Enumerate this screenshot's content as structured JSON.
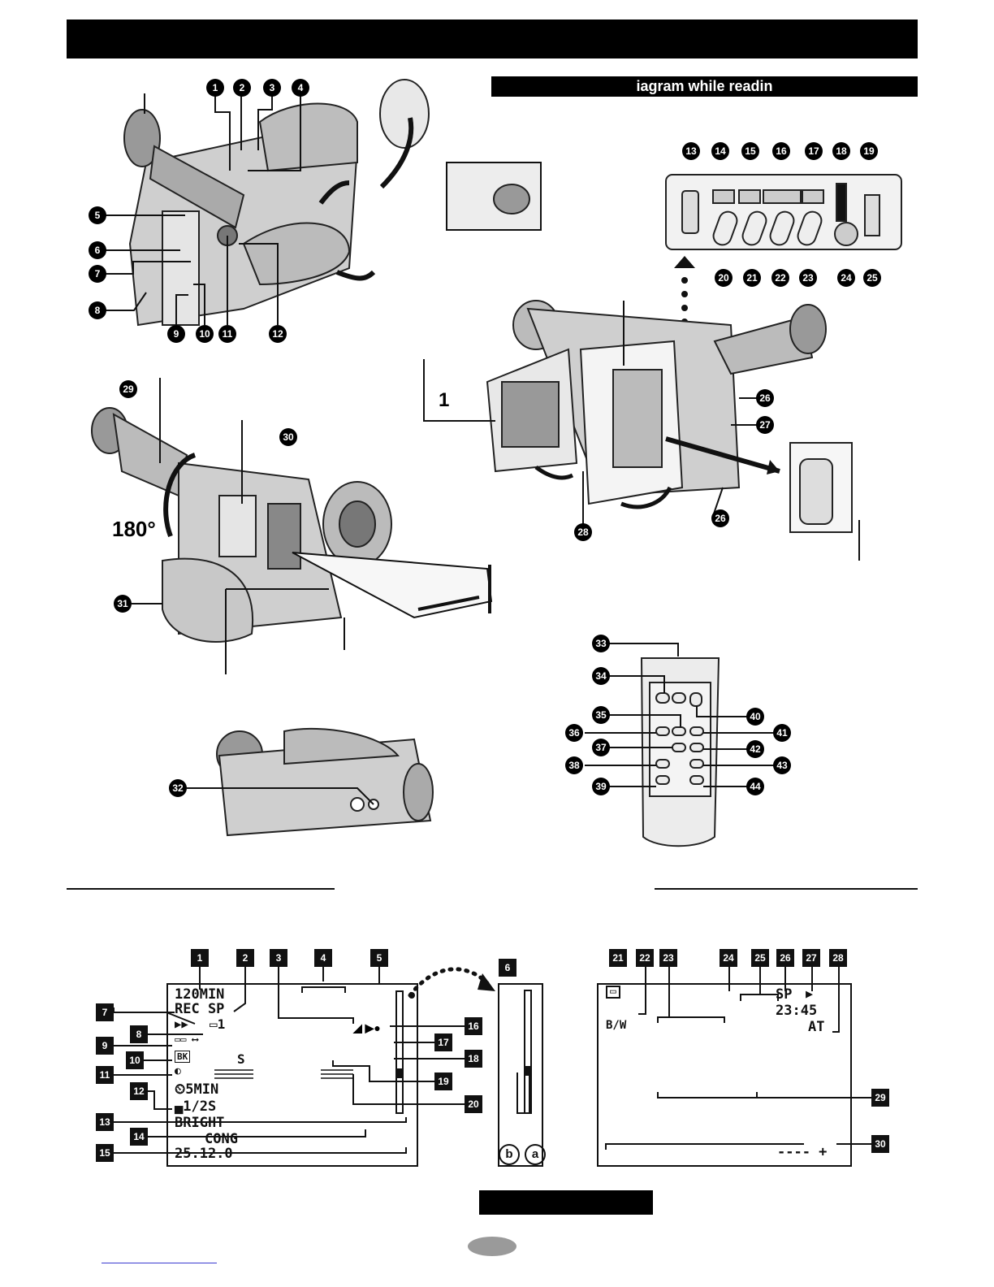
{
  "header": {
    "subtitle": "iagram while readin"
  },
  "figure_labels": {
    "step_one": "1",
    "rotation": "180°"
  },
  "top_callouts": [
    "1",
    "2",
    "3",
    "4",
    "5",
    "6",
    "7",
    "8",
    "9",
    "10",
    "11",
    "12"
  ],
  "panel_callouts": [
    "13",
    "14",
    "15",
    "16",
    "17",
    "18",
    "19",
    "20",
    "21",
    "22",
    "23",
    "24",
    "25"
  ],
  "mid_callouts": [
    "26",
    "27",
    "26",
    "28",
    "29",
    "30",
    "31",
    "32"
  ],
  "remote_callouts": [
    "33",
    "34",
    "35",
    "36",
    "37",
    "38",
    "39",
    "40",
    "41",
    "42",
    "43",
    "44"
  ],
  "rec_display": {
    "index": [
      "1",
      "2",
      "3",
      "4",
      "5",
      "6",
      "7",
      "8",
      "9",
      "10",
      "11",
      "12",
      "13",
      "14",
      "15",
      "16",
      "17",
      "18",
      "19",
      "20"
    ],
    "lines": {
      "time_left": "120MIN",
      "rec_mode": "REC SP",
      "tape_num": "1",
      "self_timer": "5MIN",
      "shutter": "1/2S",
      "bright": "BRIGHT",
      "cong": "CONG",
      "date": "25.12.0",
      "s_mark": "S"
    },
    "side_marks": {
      "b": "b",
      "a": "a"
    }
  },
  "play_display": {
    "index": [
      "21",
      "22",
      "23",
      "24",
      "25",
      "26",
      "27",
      "28",
      "29",
      "30"
    ],
    "lines": {
      "bw": "B/W",
      "mode": "SP",
      "play": "▶",
      "time": "23:45",
      "at": "AT",
      "volume": "---- +"
    }
  }
}
